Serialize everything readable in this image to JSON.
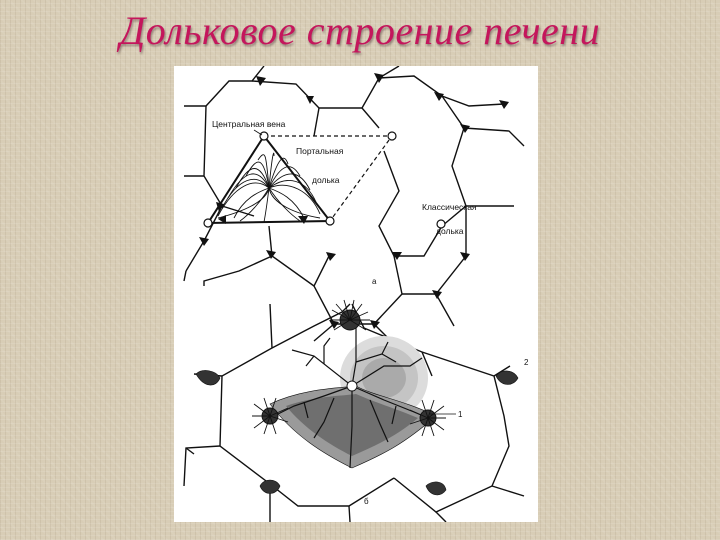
{
  "slide": {
    "title": "Дольковое строение печени",
    "title_color": "#c4165c"
  },
  "figure": {
    "panel_a": {
      "label_central_vein": "Центральная вена",
      "label_portal_line1": "Портальная",
      "label_portal_line2": "долька",
      "label_classic_line1": "Классическая",
      "label_classic_line2": "долька",
      "panel_letter": "а"
    },
    "panel_b": {
      "marker_1": "1",
      "marker_2": "2",
      "panel_letter": "б"
    }
  }
}
